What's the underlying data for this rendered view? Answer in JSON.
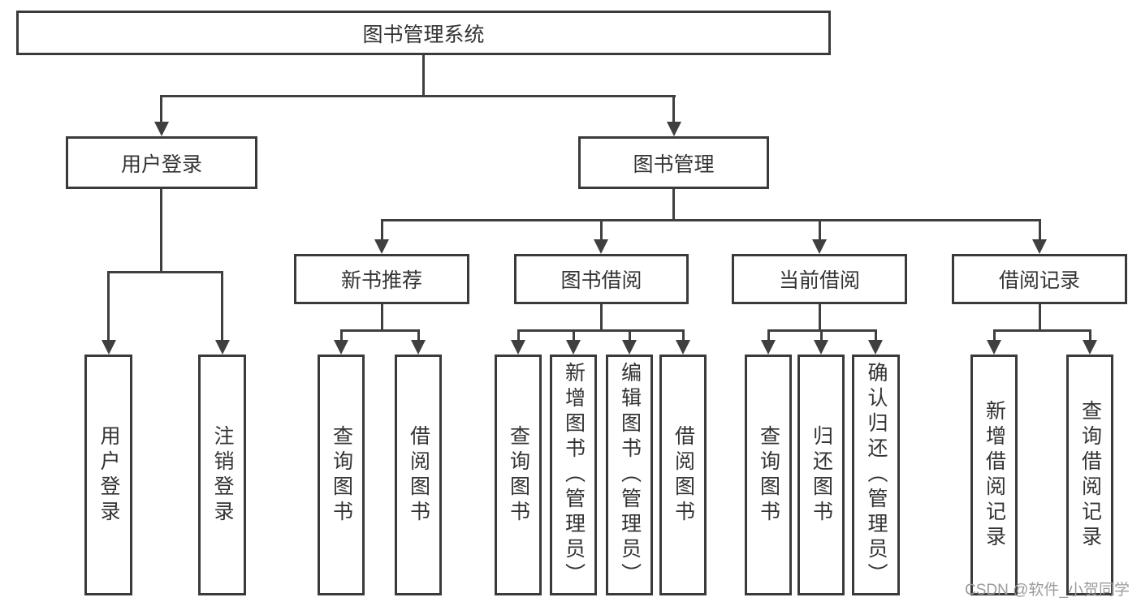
{
  "diagram": {
    "title_node": "图书管理系统",
    "nodes": {
      "user_login": "用户登录",
      "book_mgmt": "图书管理",
      "new_book": "新书推荐",
      "book_borrow": "图书借阅",
      "current_borrow": "当前借阅",
      "borrow_record": "借阅记录"
    },
    "leaves": {
      "user_login": "用户登录",
      "logout": "注销登录",
      "nb_query_book": "查询图书",
      "nb_borrow_book": "借阅图书",
      "bb_query_book": "查询图书",
      "bb_add_book": "新增图书（管理员）",
      "bb_edit_book": "编辑图书（管理员）",
      "bb_borrow_book": "借阅图书",
      "cb_query_book": "查询图书",
      "cb_return_book": "归还图书",
      "cb_confirm_return": "确认归还（管理员）",
      "br_add_record": "新增借阅记录",
      "br_query_record": "查询借阅记录"
    },
    "watermark": "CSDN @软件_小贺同学",
    "colors": {
      "line": "#3f3f3f",
      "border": "#3a3a3a",
      "text": "#333333",
      "watermark": "#9c9c9c",
      "background": "#ffffff"
    }
  }
}
